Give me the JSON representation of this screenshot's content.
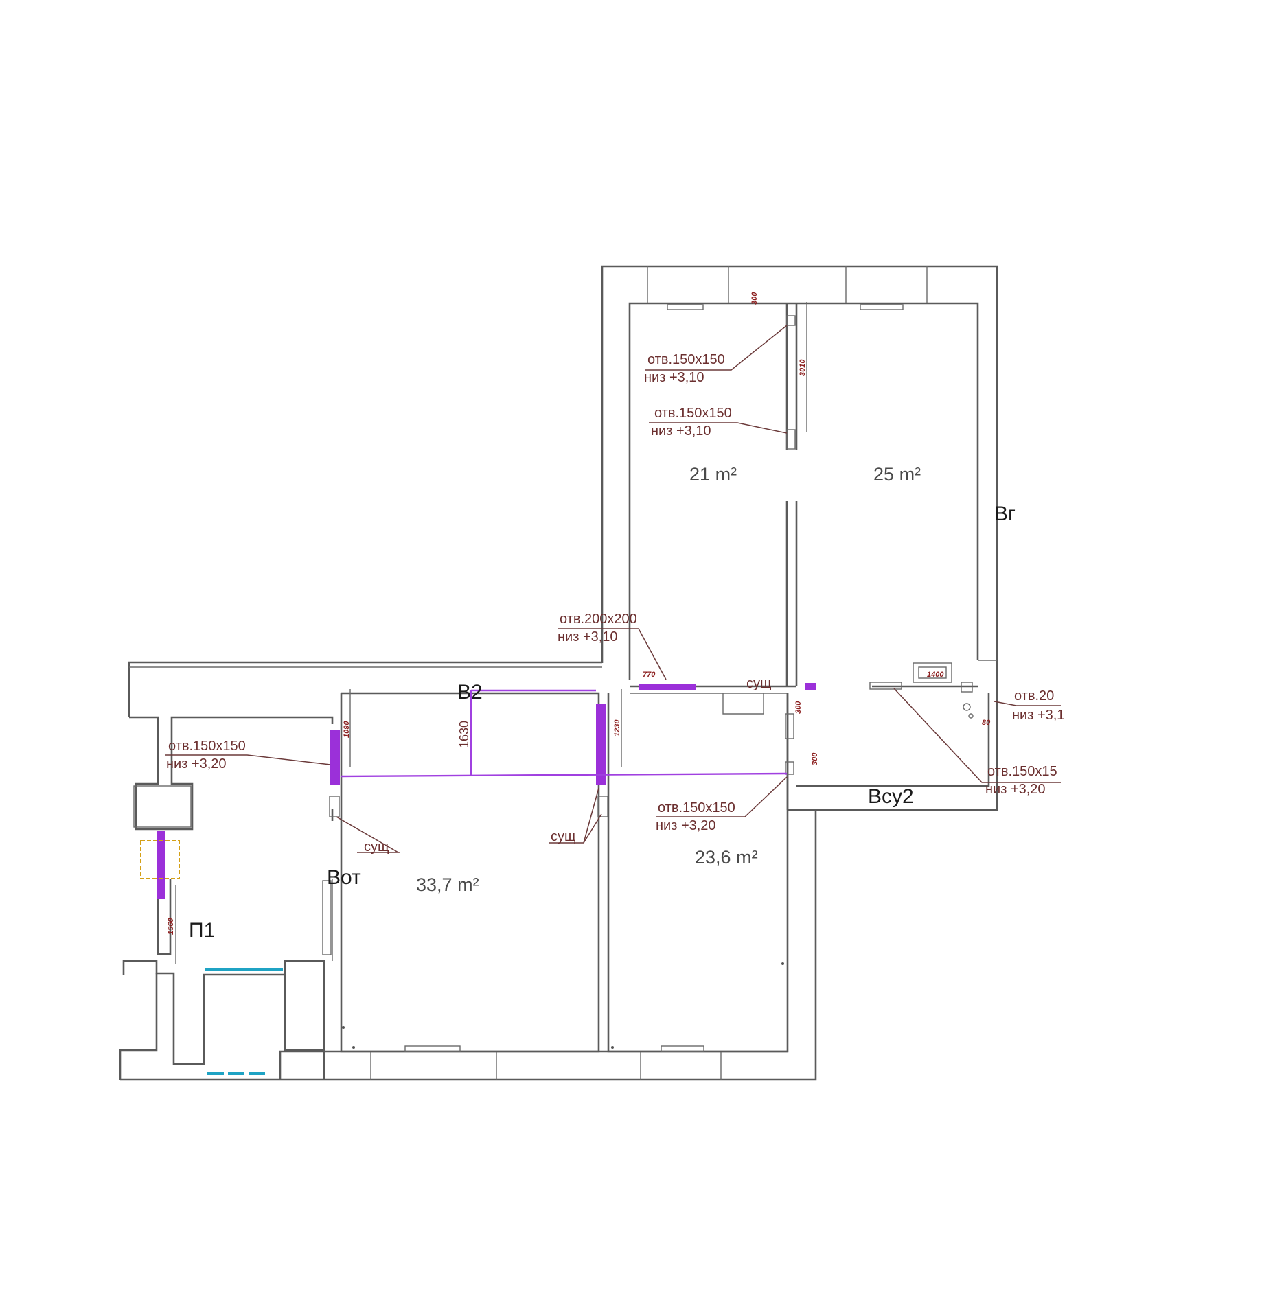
{
  "colors": {
    "walls": "#5a5a5a",
    "annotation_text": "#6b2f2f",
    "new_opening": "#9b30d9",
    "duct_line": "#a040e0",
    "window_glass": "#1fa3c4",
    "radiator_outline": "#d4a017",
    "dimension_text": "#8b1e1e"
  },
  "rooms": [
    {
      "id": "room-north-left",
      "area": "21",
      "unit": "m²"
    },
    {
      "id": "room-north-right",
      "area": "25",
      "unit": "m²"
    },
    {
      "id": "room-living",
      "area": "33,7",
      "unit": "m²"
    },
    {
      "id": "room-middle",
      "area": "23,6",
      "unit": "m²"
    }
  ],
  "codes": {
    "p1": "П1",
    "vg": "Вг",
    "vcu2": "Всу2",
    "v2": "В2",
    "vot": "Вот"
  },
  "annotations": {
    "a1": {
      "line1": "отв.150х150",
      "line2": "низ +3,10"
    },
    "a2": {
      "line1": "отв.150х150",
      "line2": "низ +3,10"
    },
    "a3": {
      "line1": "отв.200х200",
      "line2": "низ +3,10"
    },
    "a4": {
      "line1": "отв.150х150",
      "line2": "низ +3,20"
    },
    "a5": {
      "line1": "отв.150х150",
      "line2": "низ +3,20"
    },
    "a6": {
      "line1": "отв.20",
      "line2": "низ +3,1"
    },
    "a7": {
      "line1": "отв.150х15",
      "line2": "низ +3,20"
    }
  },
  "existing": {
    "s1": "сущ",
    "s2": "сущ",
    "s3": "сущ"
  },
  "dimensions": {
    "duct_height": "1630",
    "d_top_left": "300",
    "d_top_vert": "3010",
    "d_770": "770",
    "d_1400": "1400",
    "d_v2_left": "1090",
    "d_mid_left": "1230",
    "d_small_1": "300",
    "d_small_2": "300",
    "d_small_3": "80",
    "d_p1": "1560"
  }
}
